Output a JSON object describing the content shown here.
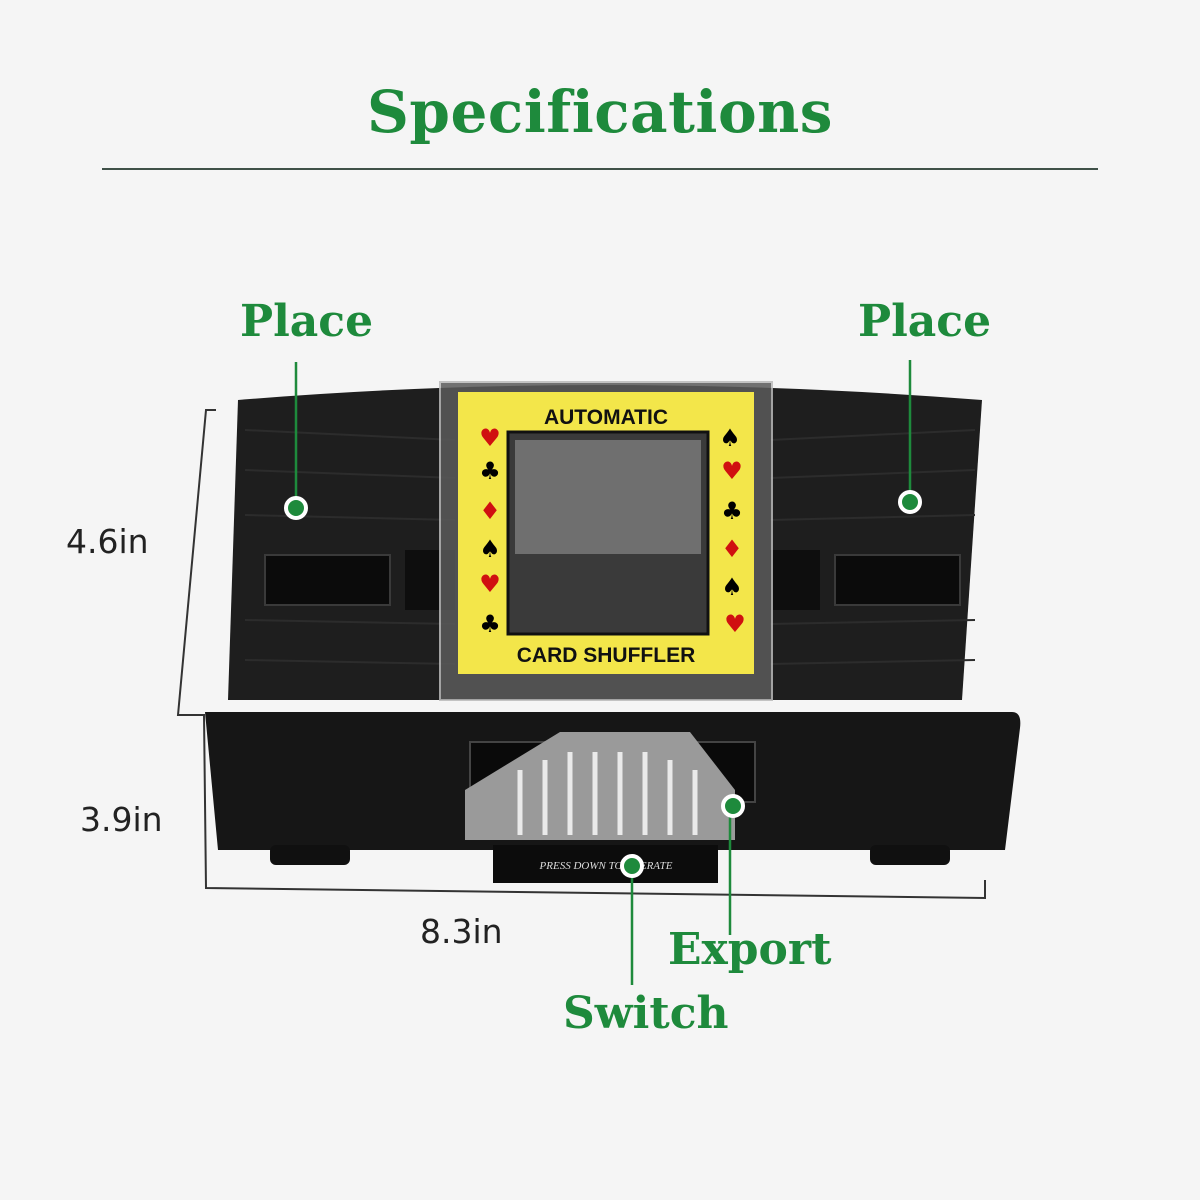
{
  "heading": "Specifications",
  "callouts": {
    "place_left": "Place",
    "place_right": "Place",
    "export": "Export",
    "switch": "Switch"
  },
  "dimensions": {
    "height_top": "4.6in",
    "height_front": "3.9in",
    "width": "8.3in"
  },
  "product": {
    "label_top": "AUTOMATIC",
    "label_bottom": "CARD SHUFFLER",
    "button_text": "PRESS DOWN TO OPERATE"
  },
  "colors": {
    "accent_green": "#1e8a3c",
    "label_yellow": "#f3e64a",
    "body_black": "#1c1c1c"
  }
}
